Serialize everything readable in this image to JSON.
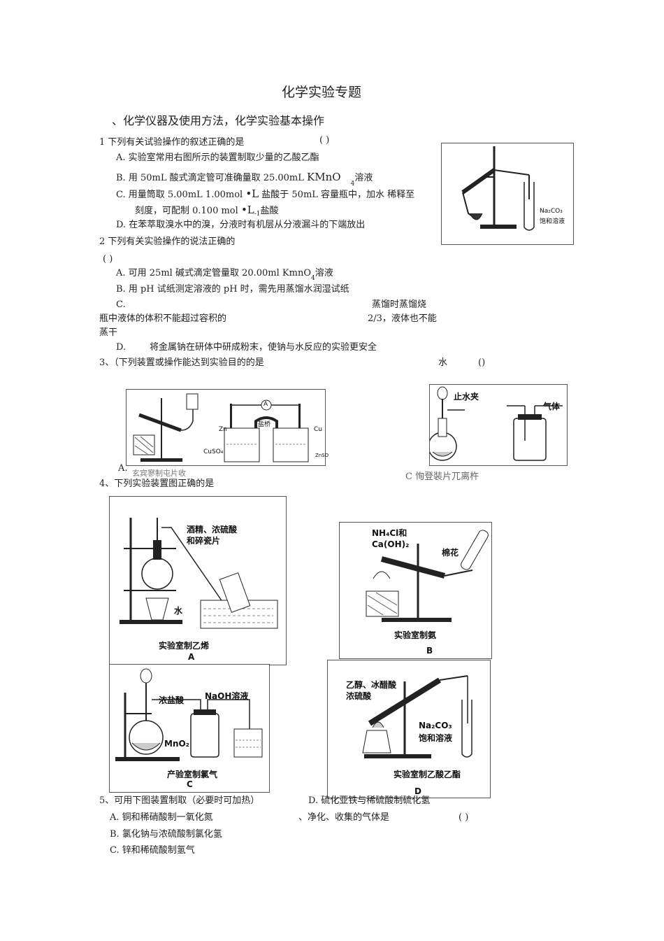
{
  "title": "化学实验专题",
  "section1": "、化学仪器及使用方法，化学实验基本操作",
  "q1": {
    "stem": "1 下列有关试验操作的叙述正确的是",
    "paren": "( )",
    "a": "A.  实验室常用右图所示的装置制取少量的乙酸乙酯",
    "b": "B.  用 50mL  酸式滴定管可准确量取  25.00mL",
    "b_formula": "KMnO",
    "b_sub": "4",
    "b_end": "溶液",
    "c": "C.  用量筒取 5.00mL  1.00mol",
    "c_dot": "•L",
    "c_mid": "盐酸于 50mL  容量瓶中，加水 稀释至",
    "c_line2": "刻度，可配制  0.100  mol",
    "c_dot2": "•L",
    "c_sup": "-1",
    "c_end": "盐酸",
    "d": "D.  在苯萃取溴水中的溴，分液时有机层从分液漏斗的下端放出",
    "side": "是",
    "fig_label1": "Na₂CO₃",
    "fig_label2": "饱和溶液"
  },
  "q2": {
    "stem": "2 下列有关实验操作的说法正确的",
    "paren": "( )",
    "a": "A.  可用 25ml  碱式滴定管量取  20.00ml  KmnO",
    "a_sub": "4",
    "a_end": "溶液",
    "b": "B.  用 pH  试纸测定溶液的 pH  时，需先用蒸馏水润湿试纸",
    "c": "C.",
    "c_right": "蒸馏时蒸馏烧",
    "c_line2": "瓶中液体的体积不能超过容积的",
    "c_line2_right": "2/3，液体也不能",
    "c_line3": "蒸干",
    "d": "D.",
    "d_text": "将金属钠在研体中研成粉末，使钠与水反应的实验更安全"
  },
  "q3": {
    "stem": "3、（下列装置或操作能达到实验目的的是",
    "right": "水",
    "paren": "()",
    "labels": {
      "zn": "Zn",
      "cu": "Cu",
      "salt_bridge": "盐桥",
      "cuso4": "CuSO₄",
      "znso4": "ZnSO",
      "ammeter": "A",
      "clamp": "止水夹",
      "gas": "气体"
    },
    "cap_a_letter": "A.",
    "cap_a": "玄宾寥制屯片收",
    "cap_c": "C  恂登裝片兀离杵"
  },
  "q4": {
    "stem": "4、下列实验装置图正确的是",
    "paren": "(    )",
    "fig_a": {
      "label1": "酒精、浓硫酸",
      "label2": "和碎瓷片",
      "water": "水",
      "caption": "实验室制乙烯",
      "letter": "A"
    },
    "fig_b": {
      "label1": "NH₄Cl和",
      "label2": "Ca(OH)₂",
      "cotton": "棉花",
      "caption": "实验室制氨",
      "letter": "B"
    },
    "fig_c": {
      "acid": "浓盐酸",
      "naoh": "NaOH溶液",
      "mno2": "MnO₂",
      "caption": "产验室制氯气",
      "letter": "C"
    },
    "fig_d": {
      "label1": "乙醇、冰醋酸",
      "label2": "浓硫酸",
      "na2co3": "Na₂CO₃",
      "sat": "饱和溶液",
      "caption": "实验室制乙酸乙酯",
      "letter": "D"
    }
  },
  "q5": {
    "stem": "5、可用下图装置制取（必要时可加热）",
    "d": "D.  硫化亚铁与稀硫酸制硫化氢",
    "mid": "、净化、收集的气体是",
    "paren": "(        )",
    "a": "A.  铜和稀硝酸制一氧化氮",
    "b": "B.  氯化钠与浓硫酸制氯化氢",
    "c": "C.  锌和稀硫酸制氢气"
  }
}
